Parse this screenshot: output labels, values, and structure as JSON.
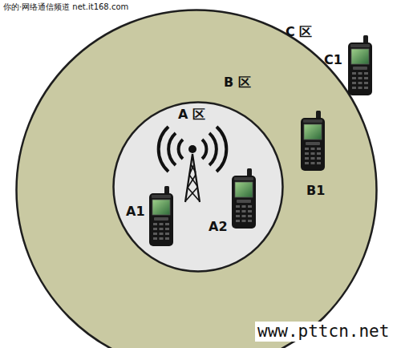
{
  "diagram": {
    "nodes": [
      {
        "text": [
          "B 区"
        ]
      },
      {
        "text": [
          "A 区"
        ],
        "in": 0
      }
    ],
    "labels": [
      "你的·网络通信频道 net.it168.com",
      "C 区",
      "C1",
      "B1",
      "A1",
      "A2",
      "www.pttcn.net"
    ]
  }
}
